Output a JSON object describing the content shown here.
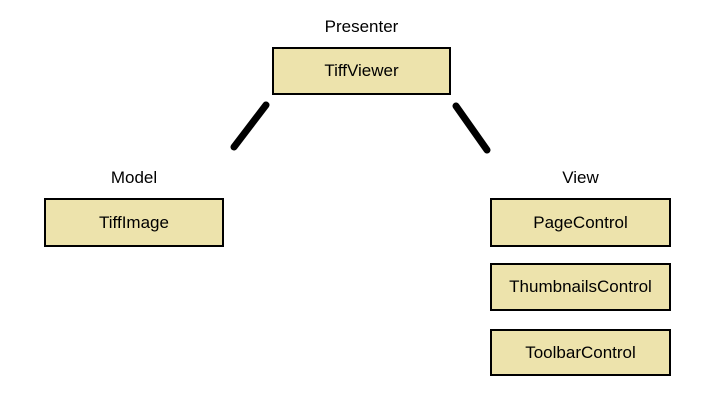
{
  "groups": {
    "presenter": {
      "label": "Presenter",
      "box": "TiffViewer"
    },
    "model": {
      "label": "Model",
      "box": "TiffImage"
    },
    "view": {
      "label": "View",
      "boxes": [
        "PageControl",
        "ThumbnailsControl",
        "ToolbarControl"
      ]
    }
  },
  "connectors": [
    {
      "name": "presenter-to-model"
    },
    {
      "name": "presenter-to-view"
    }
  ],
  "colors": {
    "background": "#ffffff",
    "box_fill": "#ede3ac",
    "box_border": "#000000",
    "connector": "#000000",
    "text": "#000000"
  }
}
